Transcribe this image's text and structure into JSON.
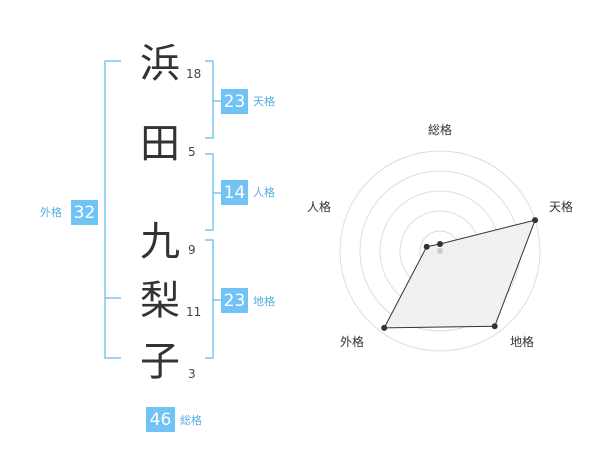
{
  "name_chars": [
    {
      "char": "浜",
      "strokes": "18"
    },
    {
      "char": "田",
      "strokes": "5"
    },
    {
      "char": "九",
      "strokes": "9"
    },
    {
      "char": "梨",
      "strokes": "11"
    },
    {
      "char": "子",
      "strokes": "3"
    }
  ],
  "kaku": {
    "tenkaku": {
      "value": "23",
      "label": "天格"
    },
    "jinkaku": {
      "value": "14",
      "label": "人格"
    },
    "chikaku": {
      "value": "23",
      "label": "地格"
    },
    "gaikaku": {
      "value": "32",
      "label": "外格"
    },
    "soukaku": {
      "value": "46",
      "label": "総格"
    }
  },
  "colors": {
    "accent": "#72c3f5",
    "bracket": "#7cc6f2",
    "text": "#333333"
  },
  "chart_data": {
    "type": "radar",
    "axes": [
      "総格",
      "天格",
      "地格",
      "外格",
      "人格"
    ],
    "values": [
      0.07,
      1.0,
      0.93,
      0.95,
      0.14
    ],
    "rings": 5
  }
}
